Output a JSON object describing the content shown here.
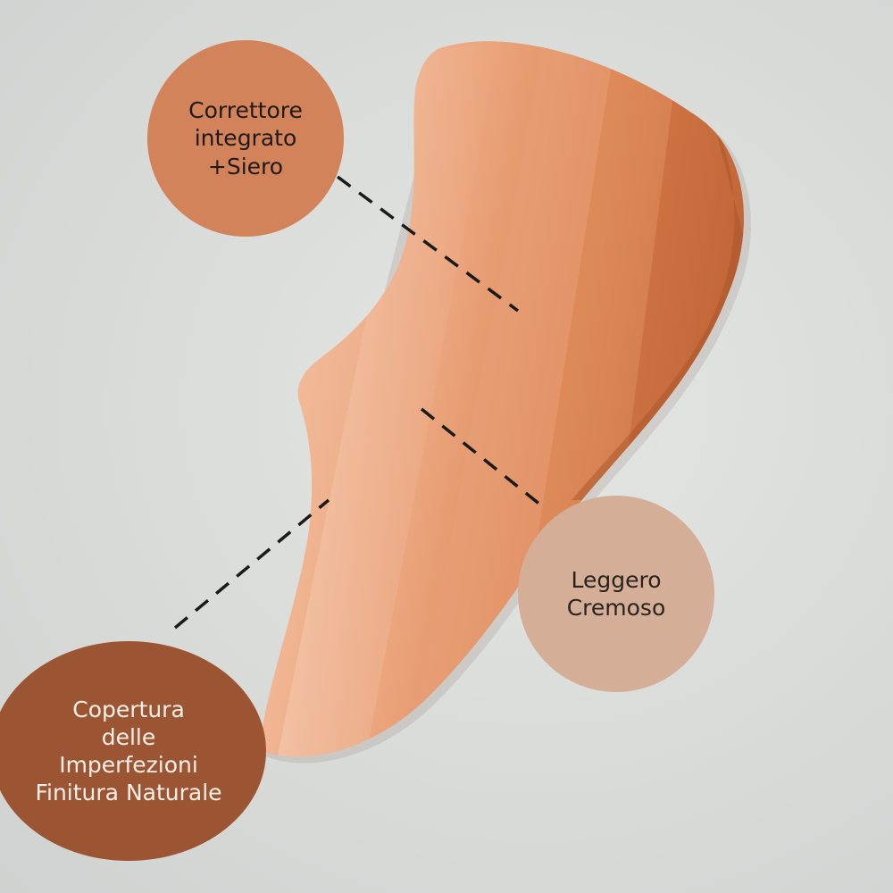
{
  "colors": {
    "bubble_corrector": "#d2835a",
    "bubble_leggero": "#d4ae96",
    "bubble_copertura": "#9c5532",
    "swatch_light": "#f0bea0",
    "swatch_mid": "#e49a6e",
    "swatch_dark": "#c4673a",
    "dash_line": "#1a1a1a"
  },
  "labels": {
    "corrector": [
      "Correttore",
      "integrato",
      "+Siero"
    ],
    "leggero": [
      "Leggero",
      "Cremoso"
    ],
    "copertura": [
      "Copertura",
      "delle",
      "Imperfezioni",
      "Finitura Naturale"
    ]
  }
}
